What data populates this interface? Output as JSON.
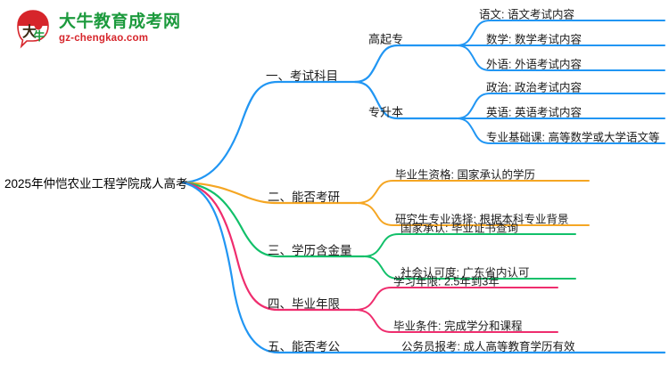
{
  "logo": {
    "mark_text": "大牛",
    "title": "大牛教育成考网",
    "subtitle": "gz-chengkao.com",
    "title_color": "#1c9a3d",
    "subtitle_color": "#d6252b",
    "mark_color": "#d6252b"
  },
  "mindmap": {
    "root": {
      "label": "2025年仲恺农业工程学院成人高考"
    },
    "colors": {
      "blue": "#2196f3",
      "orange": "#f5a623",
      "green": "#12c06a",
      "pink": "#ef2d6e"
    },
    "branches": [
      {
        "label": "一、考试科目",
        "color": "#2196f3",
        "children": [
          {
            "label": "高起专",
            "leaves": [
              "语文: 语文考试内容",
              "数学: 数学考试内容",
              "外语: 外语考试内容"
            ]
          },
          {
            "label": "专升本",
            "leaves": [
              "政治: 政治考试内容",
              "英语: 英语考试内容",
              "专业基础课: 高等数学或大学语文等"
            ]
          }
        ]
      },
      {
        "label": "二、能否考研",
        "color": "#f5a623",
        "leaves": [
          "毕业生资格: 国家承认的学历",
          "研究生专业选择: 根据本科专业背景"
        ]
      },
      {
        "label": "三、学历含金量",
        "color": "#12c06a",
        "leaves": [
          "国家承认: 毕业证书查询",
          "社会认可度: 广东省内认可"
        ]
      },
      {
        "label": "四、毕业年限",
        "color": "#ef2d6e",
        "leaves": [
          "学习年限: 2.5年到3年",
          "毕业条件: 完成学分和课程"
        ]
      },
      {
        "label": "五、能否考公",
        "color": "#2196f3",
        "leaves": [
          "公务员报考: 成人高等教育学历有效"
        ]
      }
    ]
  }
}
